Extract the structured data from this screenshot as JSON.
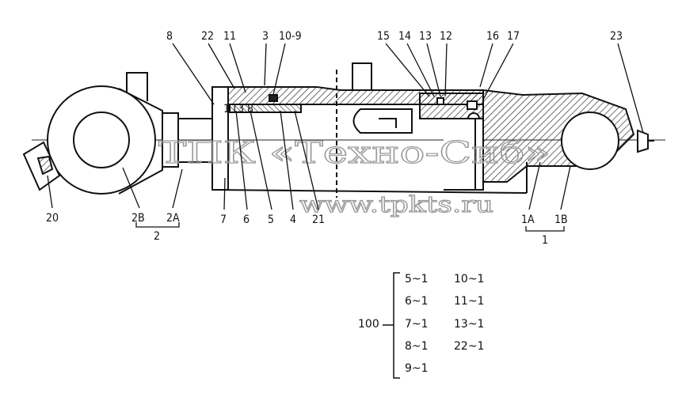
{
  "diagram": {
    "callouts_top": [
      "8",
      "22",
      "11",
      "3",
      "10-9",
      "15",
      "14",
      "13",
      "12",
      "16",
      "17",
      "23"
    ],
    "callouts_bottom": [
      "20",
      "2B",
      "2A",
      "7",
      "6",
      "5",
      "4",
      "21",
      "1A",
      "1B"
    ],
    "group_left": "2",
    "group_right": "1",
    "section_numbers": [
      "1",
      "13",
      "8"
    ]
  },
  "watermark": {
    "line1": "ТПК «Техно-Сиб»",
    "line2": "www.tpkts.ru"
  },
  "kit": {
    "number": "100",
    "items": [
      "5~1",
      "6~1",
      "7~1",
      "8~1",
      "9~1",
      "10~1",
      "11~1",
      "13~1",
      "22~1"
    ]
  }
}
